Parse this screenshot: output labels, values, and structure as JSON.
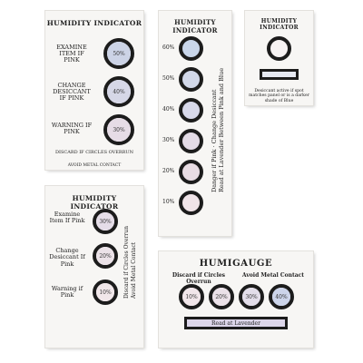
{
  "card1": {
    "title": "Humidity Indicator",
    "rows": [
      {
        "label": "Examine Item If Pink",
        "pct": "50%",
        "color": "#ccd3e6"
      },
      {
        "label": "Change Desiccant If Pink",
        "pct": "40%",
        "color": "#d6d7e7"
      },
      {
        "label": "Warning If Pink",
        "pct": "30%",
        "color": "#e6dce6"
      }
    ],
    "discard": "Discard if circles overrun",
    "avoid": "Avoid metal contact"
  },
  "card2": {
    "title": "Humidity Indicator",
    "pcts": [
      "60%",
      "50%",
      "40%",
      "30%",
      "20%",
      "10%"
    ],
    "colors": [
      "#c9d6ea",
      "#d2d8e9",
      "#d8d9ea",
      "#e3dbe6",
      "#e9dde4",
      "#f0e4e8"
    ],
    "text1": "Danger if Pink · Change Desiccant",
    "text2": "Read at Lavender Between Pink and Blue"
  },
  "card3": {
    "title": "Humidity Indicator",
    "note": "Desiccant active if spot matches panel or is a darker shade of Blue"
  },
  "card4": {
    "title": "Humidity Indicator",
    "rows": [
      {
        "label": "Examine Item If Pink",
        "pct": "30%",
        "color": "#e5dde8"
      },
      {
        "label": "Change Desiccant If Pink",
        "pct": "20%",
        "color": "#ebe2e8"
      },
      {
        "label": "Warning if Pink",
        "pct": "10%",
        "color": "#f1e7ea"
      }
    ],
    "text1": "Discard if Circles Overrun",
    "text2": "Avoid Metal Contact"
  },
  "card5": {
    "title": "HumiGauge",
    "discard": "Discard if Circles Overrun",
    "avoid": "Avoid Metal Contact",
    "pcts": [
      "10%",
      "20%",
      "30%",
      "40%"
    ],
    "colors": [
      "#f1e6ea",
      "#ebe1e8",
      "#e2dde9",
      "#ccd4ea"
    ],
    "read": "Read at Lavender",
    "read_color": "#dcd6ea"
  }
}
